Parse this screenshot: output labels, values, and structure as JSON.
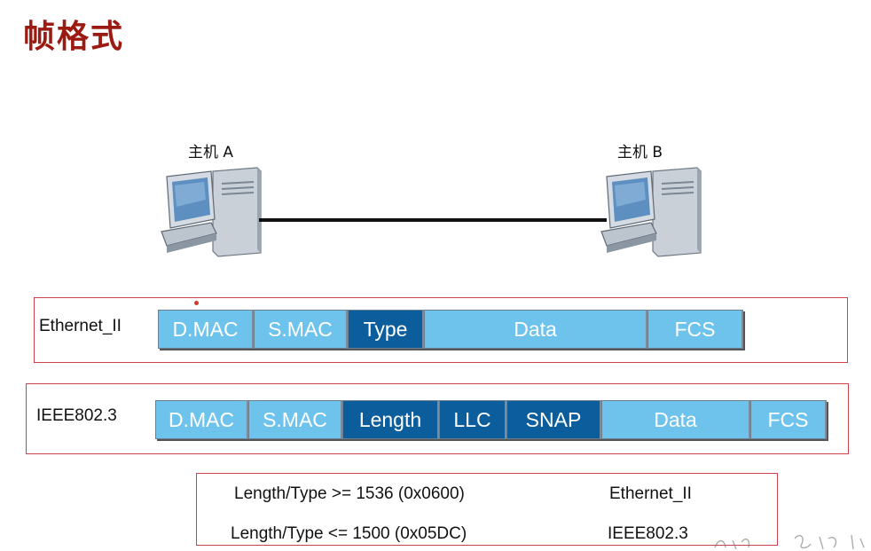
{
  "title": "帧格式",
  "hosts": {
    "a_label": "主机 A",
    "b_label": "主机  B"
  },
  "frames": {
    "ethernet": {
      "name": "Ethernet_II",
      "fields": [
        {
          "label": "D.MAC",
          "style": "light"
        },
        {
          "label": "S.MAC",
          "style": "light"
        },
        {
          "label": "Type",
          "style": "dark"
        },
        {
          "label": "Data",
          "style": "light"
        },
        {
          "label": "FCS",
          "style": "light"
        }
      ]
    },
    "ieee": {
      "name": "IEEE802.3",
      "fields": [
        {
          "label": "D.MAC",
          "style": "light"
        },
        {
          "label": "S.MAC",
          "style": "light"
        },
        {
          "label": "Length",
          "style": "dark"
        },
        {
          "label": "LLC",
          "style": "dark"
        },
        {
          "label": "SNAP",
          "style": "dark"
        },
        {
          "label": "Data",
          "style": "light"
        },
        {
          "label": "FCS",
          "style": "light"
        }
      ]
    }
  },
  "rules": [
    {
      "condition": "Length/Type >= 1536 (0x0600)",
      "result": "Ethernet_II"
    },
    {
      "condition": "Length/Type <= 1500 (0x05DC)",
      "result": "IEEE802.3"
    }
  ],
  "colors": {
    "title": "#9b1b12",
    "field_light": "#6ec3ec",
    "field_dark": "#0b5d9c",
    "box_border": "#d0404a"
  }
}
